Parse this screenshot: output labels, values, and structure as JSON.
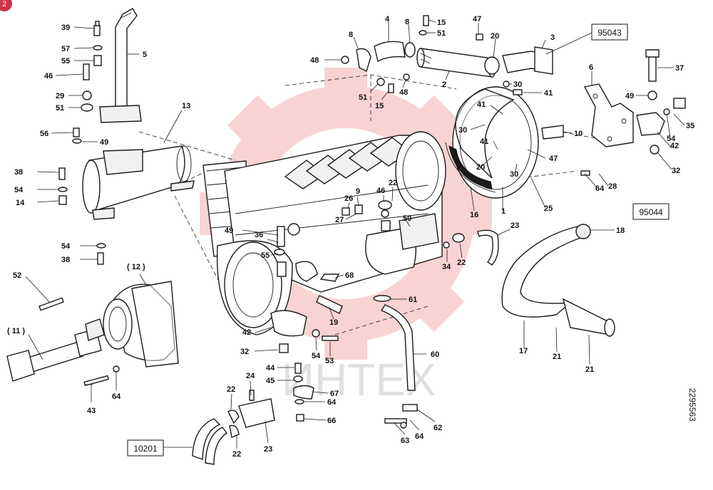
{
  "corner_badge": "2",
  "watermark_text": "ИНТЕХ",
  "watermark_color": "#e23a3a",
  "document_id": "2295563",
  "reference_boxes": {
    "top_right_1": "95043",
    "top_right_2": "95044",
    "bottom_left": "10201"
  },
  "labels": {
    "l39": "39",
    "l57": "57",
    "l55a": "55",
    "l46": "46",
    "l29": "29",
    "l51a": "51",
    "l5": "5",
    "l56": "56",
    "l49a": "49",
    "l13": "13",
    "l38a": "38",
    "l54a": "54",
    "l14": "14",
    "l54b": "54",
    "l38b": "38",
    "l52": "52",
    "l12": "( 12 )",
    "l11": "( 11 )",
    "l43": "43",
    "l64a": "64",
    "l48a": "48",
    "l4": "4",
    "l8a": "8",
    "l8b": "8",
    "l15a": "15",
    "l51b": "51",
    "l51c": "51",
    "l15b": "15",
    "l48b": "48",
    "l2": "2",
    "l47a": "47",
    "l20a": "20",
    "l3": "3",
    "l30a": "30",
    "l41a": "41",
    "l41b": "41",
    "l30b": "30",
    "l41c": "41",
    "l20b": "20",
    "l30c": "30",
    "l47b": "47",
    "l10": "10",
    "l16": "16",
    "l1": "1",
    "l25": "25",
    "l6": "6",
    "l37": "37",
    "l49b": "49",
    "l35": "35",
    "l54c": "54",
    "l42a": "42",
    "l32a": "32",
    "l64b": "64",
    "l28": "28",
    "l18": "18",
    "l22a": "22",
    "l46b": "46",
    "l9": "9",
    "l26": "26",
    "l27": "27",
    "l50": "50",
    "l49c": "49",
    "l36": "36",
    "l55b": "55",
    "l68": "68",
    "l23a": "23",
    "l34": "34",
    "l22b": "22",
    "l61": "61",
    "l19": "19",
    "l42b": "42",
    "l54d": "54",
    "l53": "53",
    "l32b": "32",
    "l60": "60",
    "l17": "17",
    "l21a": "21",
    "l21b": "21",
    "l44": "44",
    "l45": "45",
    "l24": "24",
    "l67": "67",
    "l64c": "64",
    "l66": "66",
    "l22c": "22",
    "l22d": "22",
    "l23b": "23",
    "l63": "63",
    "l64d": "64",
    "l62": "62"
  }
}
